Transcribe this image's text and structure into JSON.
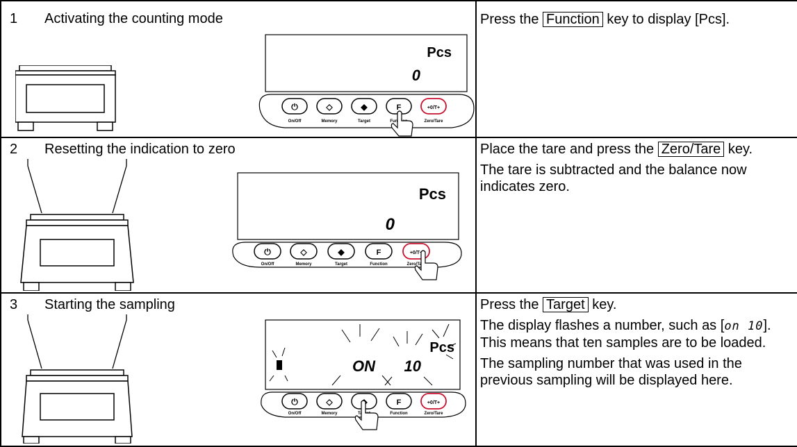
{
  "steps": [
    {
      "number": "1",
      "title": "Activating the counting mode",
      "lcd": {
        "unit": "Pcs",
        "value": "0"
      },
      "pressed_key": "function",
      "instructions": [
        {
          "before": "Press the ",
          "key": "Function",
          "after": " key to display [Pcs]."
        }
      ]
    },
    {
      "number": "2",
      "title": "Resetting the indication to zero",
      "lcd": {
        "unit": "Pcs",
        "value": "0"
      },
      "pressed_key": "zero-tare",
      "instructions": [
        {
          "before": "Place the tare and press the ",
          "key": "Zero/Tare",
          "after": " key."
        },
        {
          "text": "The tare is subtracted and the balance now indicates zero."
        }
      ]
    },
    {
      "number": "3",
      "title": "Starting the sampling",
      "lcd": {
        "unit": "Pcs",
        "mode": "ON",
        "value": "10"
      },
      "pressed_key": "target",
      "instructions": [
        {
          "before": "Press the ",
          "key": "Target",
          "after": " key."
        },
        {
          "before": "The display flashes a number, such as [",
          "lcd": "on 10",
          "after": "]. This means that ten samples are to be loaded."
        },
        {
          "text": "The sampling number that was used in the previous sampling will be displayed here."
        }
      ]
    }
  ],
  "keypad": {
    "labels": [
      "On/Off",
      "Memory",
      "Target",
      "Function",
      "Zero/Tare"
    ],
    "symbols": [
      "⏻",
      "◇",
      "◆",
      "F",
      "+0/T+"
    ]
  }
}
